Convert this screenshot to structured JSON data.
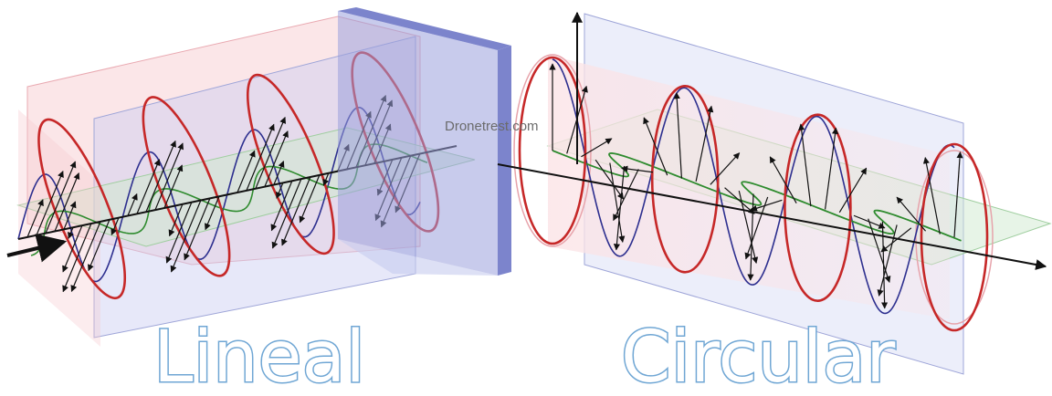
{
  "labels": {
    "linear": "Lineal",
    "circular": "Circular",
    "watermark": "Dronetrest.com"
  },
  "colors": {
    "electric_field": "#c62828",
    "component_a": "#2d2f8f",
    "component_b": "#2e8b2e",
    "vector": "#111111",
    "polarizer_front": "#9aa0dc",
    "polarizer_side": "#7c84cc",
    "pink_plane": "#f7d2d6",
    "blue_plane": "#c9cdf2",
    "green_plane": "#cfe9cf",
    "label_outline": "#6fa6d4"
  },
  "icons": {
    "propagation": "arrow-right-icon",
    "vertical_axis": "arrow-up-icon"
  }
}
